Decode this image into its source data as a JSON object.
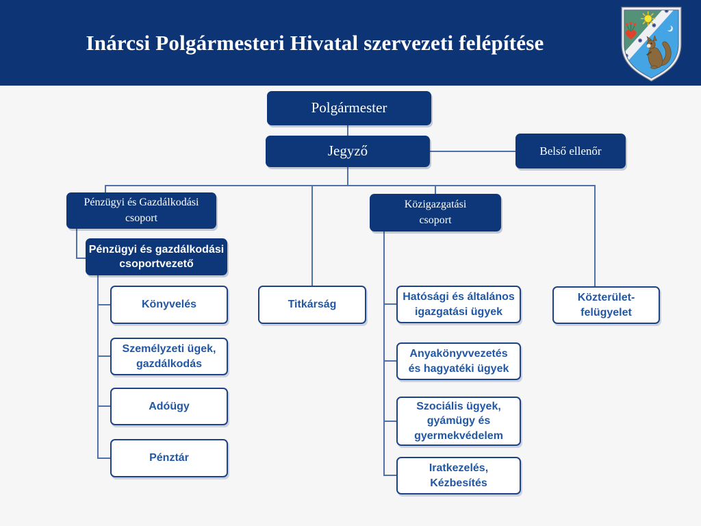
{
  "header": {
    "title": "Inárcsi Polgármesteri Hivatal szervezeti felépítése",
    "crest": "inarcs-coat-of-arms"
  },
  "palette": {
    "header_bg": "#0d3475",
    "node_fill": "#0d3778",
    "node_text_light": "#ffffff",
    "outline_node_border": "#1c4287",
    "outline_node_text": "#2257a4",
    "connector": "#4f71a6",
    "canvas_bg": "#f6f6f7",
    "crest_green": "#549179",
    "crest_blue": "#45a5e4"
  },
  "org_chart": {
    "nodes": {
      "polgarmester": {
        "label": "Polgármester"
      },
      "jegyzo": {
        "label": "Jegyző"
      },
      "belso_ellenor": {
        "label": "Belső ellenőr"
      },
      "penzugyi_csoport": {
        "label": "Pénzügyi és Gazdálkodási\ncsoport"
      },
      "penzugyi_vezeto": {
        "label": "Pénzügyi és gazdálkodási\ncsoportvezető"
      },
      "kozigazgatasi_csoport": {
        "label": "Közigazgatási\ncsoport"
      },
      "titkarsag": {
        "label": "Titkárság"
      },
      "konyveles": {
        "label": "Könyvelés"
      },
      "szemelyzeti": {
        "label": "Személyzeti ügek,\ngazdálkodás"
      },
      "adougy": {
        "label": "Adóügy"
      },
      "penztar": {
        "label": "Pénztár"
      },
      "hatosagi": {
        "label": "Hatósági és általános\nigazgatási ügyek"
      },
      "anyakonyv": {
        "label": "Anyakönyvvezetés\nés hagyatéki ügyek"
      },
      "szocialis": {
        "label": "Szociális ügyek,\ngyámügy és\ngyermekvédelem"
      },
      "iratkezeles": {
        "label": "Iratkezelés,\nKézbesítés"
      },
      "kozterulet": {
        "label": "Közterület-\nfelügyelet"
      }
    },
    "hierarchy": {
      "Polgármester": [
        "Jegyző"
      ],
      "Jegyző": [
        "Belső ellenőr",
        "Pénzügyi és Gazdálkodási csoport",
        "Titkárság",
        "Közigazgatási csoport",
        "Közterület-felügyelet"
      ],
      "Pénzügyi és Gazdálkodási csoport": [
        "Pénzügyi és gazdálkodási csoportvezető"
      ],
      "Pénzügyi és gazdálkodási csoportvezető": [
        "Könyvelés",
        "Személyzeti ügek, gazdálkodás",
        "Adóügy",
        "Pénztár"
      ],
      "Közigazgatási csoport": [
        "Hatósági és általános igazgatási ügyek",
        "Anyakönyvvezetés és hagyatéki ügyek",
        "Szociális ügyek, gyámügy és gyermekvédelem",
        "Iratkezelés, Kézbesítés"
      ]
    }
  }
}
